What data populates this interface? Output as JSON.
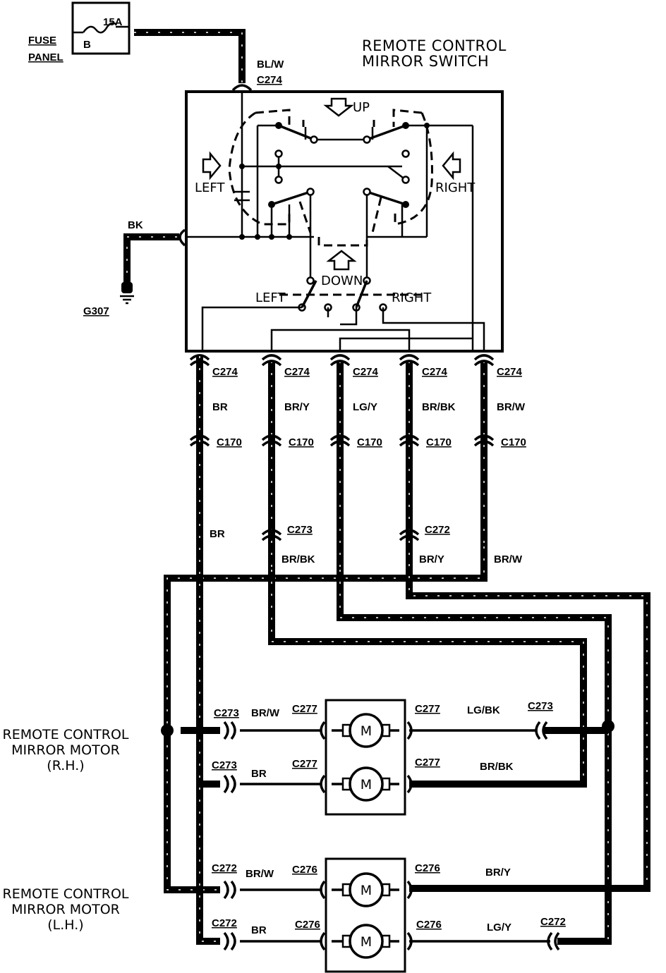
{
  "fuse": {
    "panel_label_1": "FUSE",
    "panel_label_2": "PANEL",
    "rating": "15A",
    "terminal": "B"
  },
  "switch": {
    "title_1": "REMOTE CONTROL",
    "title_2": "MIRROR SWITCH",
    "up": "UP",
    "down": "DOWN",
    "left": "LEFT",
    "right": "RIGHT",
    "select_left": "LEFT",
    "select_right": "RIGHT"
  },
  "power_wire": {
    "color": "BL/W",
    "connector": "C274"
  },
  "ground": {
    "wire": "BK",
    "label": "G307"
  },
  "wires": [
    {
      "c274": "C274",
      "top_color": "BR",
      "c170": "C170",
      "lower_color": "BR"
    },
    {
      "c274": "C274",
      "top_color": "BR/Y",
      "c170": "C170",
      "junction": "C273",
      "lower_color": "BR/BK"
    },
    {
      "c274": "C274",
      "top_color": "LG/Y",
      "c170": "C170"
    },
    {
      "c274": "C274",
      "top_color": "BR/BK",
      "c170": "C170",
      "junction": "C272",
      "lower_color": "BR/Y"
    },
    {
      "c274": "C274",
      "top_color": "BR/W",
      "c170": "C170",
      "lower_color": "BR/W"
    }
  ],
  "rh_motor": {
    "title_1": "REMOTE CONTROL",
    "title_2": "MIRROR MOTOR",
    "title_3": "(R.H.)",
    "symbol": "M",
    "upper": {
      "left_conn": "C273",
      "left_color": "BR/W",
      "motor_conn_l": "C277",
      "motor_conn_r": "C277",
      "right_color": "LG/BK",
      "right_conn": "C273"
    },
    "lower": {
      "left_conn": "C273",
      "left_color": "BR",
      "motor_conn_l": "C277",
      "motor_conn_r": "C277",
      "right_color": "BR/BK"
    }
  },
  "lh_motor": {
    "title_1": "REMOTE CONTROL",
    "title_2": "MIRROR MOTOR",
    "title_3": "(L.H.)",
    "symbol": "M",
    "upper": {
      "left_conn": "C272",
      "left_color": "BR/W",
      "motor_conn_l": "C276",
      "motor_conn_r": "C276",
      "right_color": "BR/Y"
    },
    "lower": {
      "left_conn": "C272",
      "left_color": "BR",
      "motor_conn_l": "C276",
      "motor_conn_r": "C276",
      "right_color": "LG/Y",
      "right_conn": "C272"
    }
  }
}
